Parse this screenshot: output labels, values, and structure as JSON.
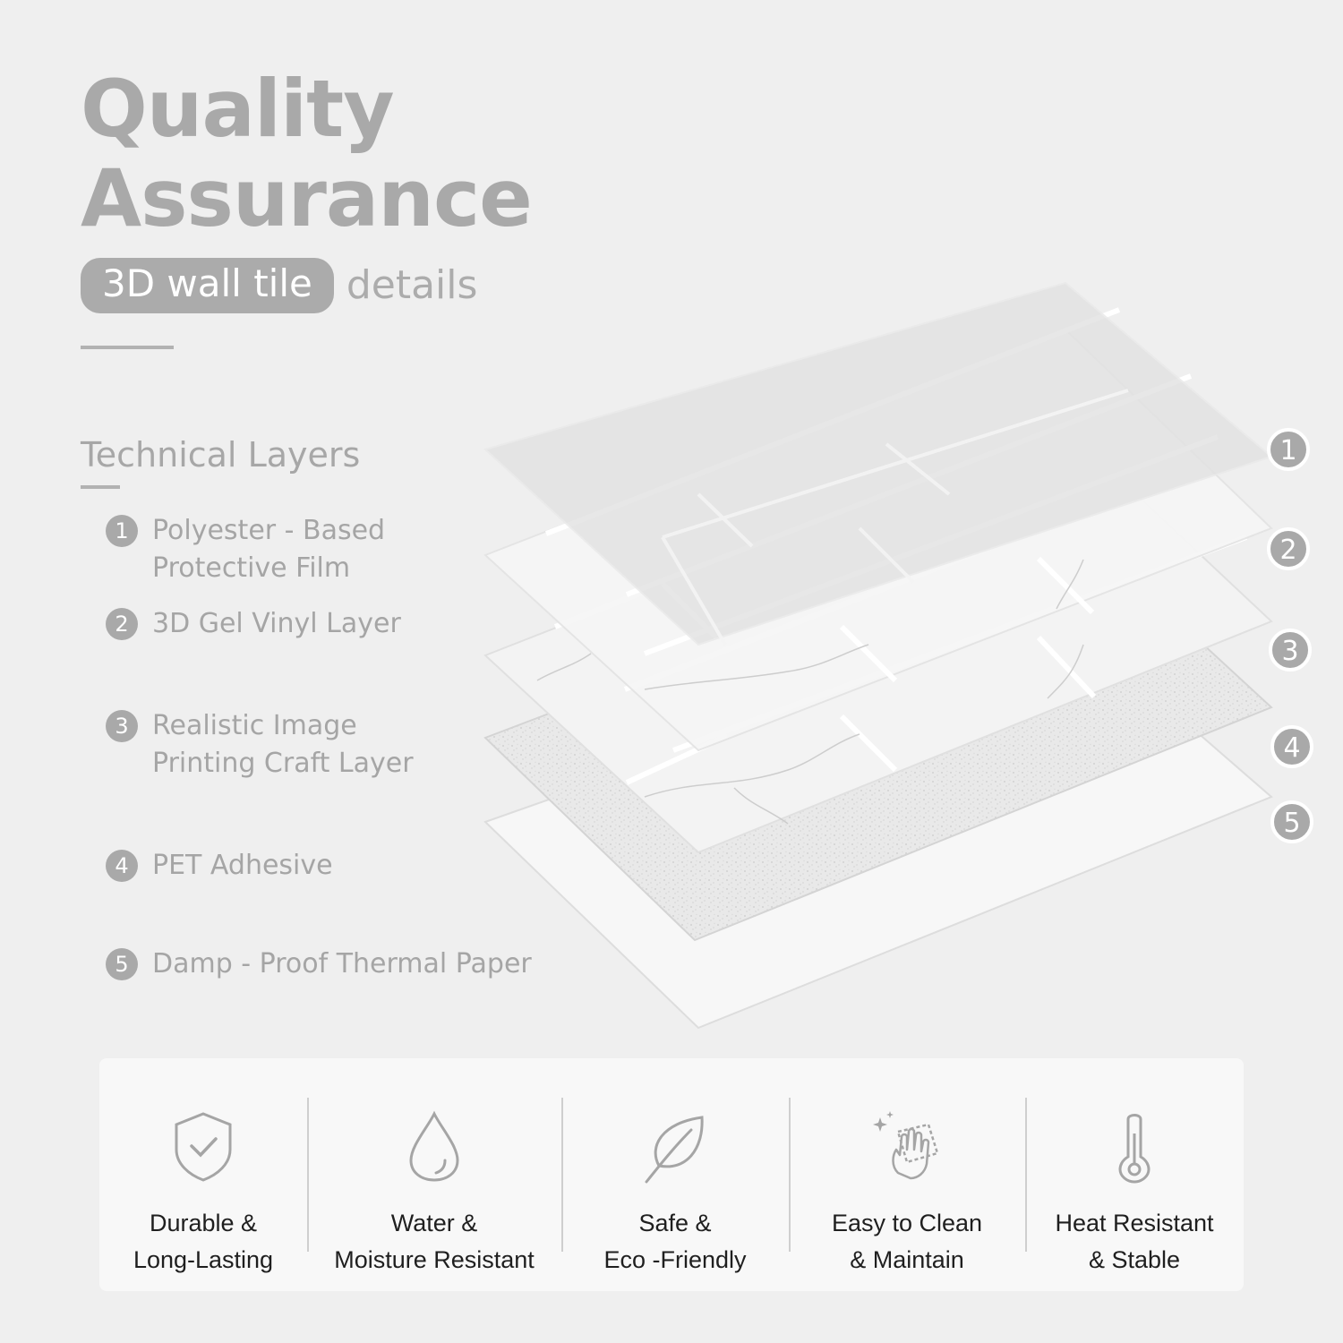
{
  "header": {
    "title_line1": "Quality",
    "title_line2": "Assurance",
    "pill_text": "3D wall tile",
    "suffix_text": "details"
  },
  "technical": {
    "heading": "Technical Layers",
    "layers": [
      {
        "num": "1",
        "label": "Polyester - Based\nProtective Film"
      },
      {
        "num": "2",
        "label": "3D Gel Vinyl Layer"
      },
      {
        "num": "3",
        "label": "Realistic Image\nPrinting Craft Layer"
      },
      {
        "num": "4",
        "label": "PET Adhesive"
      },
      {
        "num": "5",
        "label": "Damp - Proof Thermal Paper"
      }
    ]
  },
  "features": [
    {
      "icon": "shield-check-icon",
      "label": "Durable &\nLong-Lasting"
    },
    {
      "icon": "water-drop-icon",
      "label": "Water &\nMoisture Resistant"
    },
    {
      "icon": "leaf-icon",
      "label": "Safe &\nEco -Friendly"
    },
    {
      "icon": "cleaning-hand-icon",
      "label": "Easy to Clean\n& Maintain"
    },
    {
      "icon": "thermometer-icon",
      "label": "Heat Resistant\n& Stable"
    }
  ],
  "colors": {
    "background": "#efefef",
    "accent_gray": "#a9a9a9",
    "feature_panel": "#f8f8f8",
    "feature_text": "#1f1f1f"
  }
}
